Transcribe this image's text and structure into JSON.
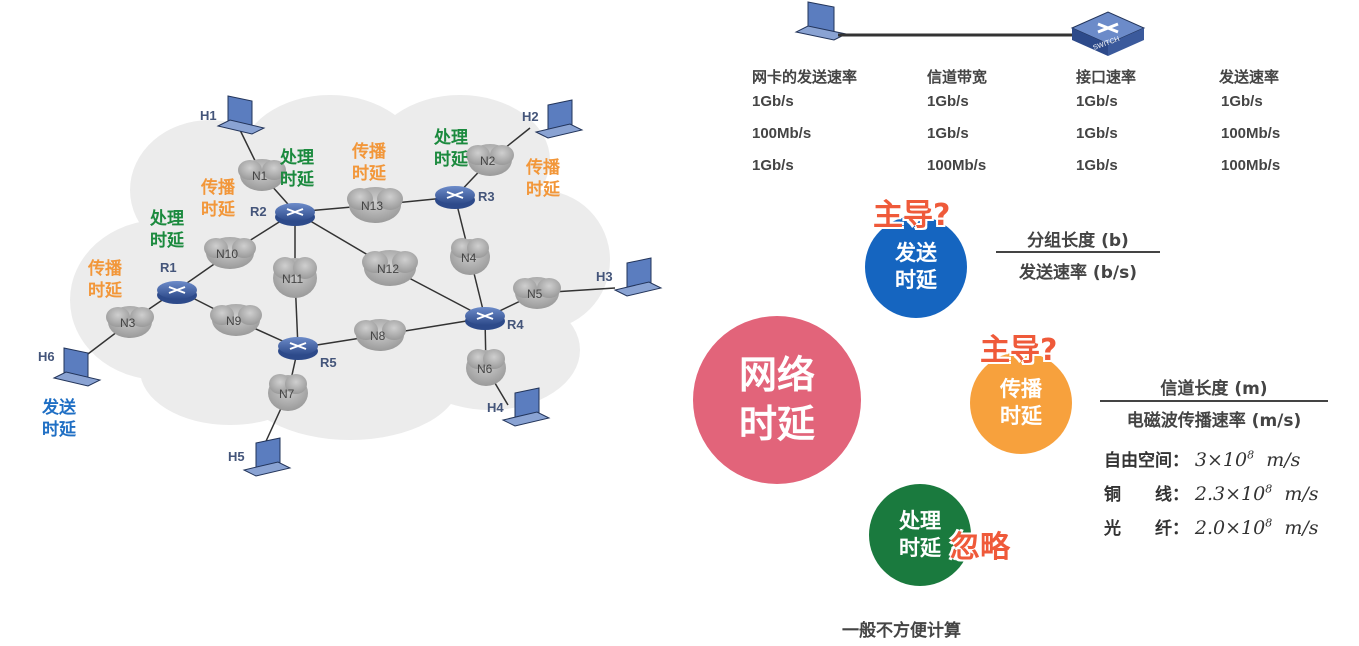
{
  "network": {
    "nodes": [
      "N1",
      "N2",
      "N3",
      "N4",
      "N5",
      "N6",
      "N7",
      "N8",
      "N9",
      "N10",
      "N11",
      "N12",
      "N13"
    ],
    "routers": [
      "R1",
      "R2",
      "R3",
      "R4",
      "R5"
    ],
    "hosts": [
      "H1",
      "H2",
      "H3",
      "H4",
      "H5",
      "H6"
    ],
    "labels": {
      "prop_r1": "传播\n时延",
      "proc_r1": "处理\n时延",
      "prop_r2": "传播\n时延",
      "proc_r2": "处理\n时延",
      "prop_mid": "传播\n时延",
      "proc_r3": "处理\n时延",
      "prop_r3": "传播\n时延",
      "send_h6": "发送\n时延"
    }
  },
  "rate_table": {
    "headers": [
      "网卡的发送速率",
      "信道带宽",
      "接口速率",
      "发送速率"
    ],
    "rows": [
      [
        "1Gb/s",
        "1Gb/s",
        "1Gb/s",
        "1Gb/s"
      ],
      [
        "100Mb/s",
        "1Gb/s",
        "1Gb/s",
        "100Mb/s"
      ],
      [
        "1Gb/s",
        "100Mb/s",
        "1Gb/s",
        "100Mb/s"
      ]
    ]
  },
  "delay": {
    "main": {
      "line1": "网络",
      "line2": "时延",
      "color": "#e2647a"
    },
    "send": {
      "line1": "发送",
      "line2": "时延",
      "color": "#1565c0",
      "hint": "主导?",
      "numerator": "分组长度 (b)",
      "denominator": "发送速率 (b/s)"
    },
    "prop": {
      "line1": "传播",
      "line2": "时延",
      "color": "#f7a13d",
      "hint": "主导?",
      "numerator": "信道长度 (m)",
      "denominator": "电磁波传播速率 (m/s)"
    },
    "proc": {
      "line1": "处理",
      "line2": "时延",
      "color": "#1a7a3e",
      "hint": "忽略",
      "note": "一般不方便计算"
    },
    "speeds": [
      {
        "label": "自由空间：",
        "value": "3×10",
        "exp": "8",
        "unit": "m/s"
      },
      {
        "label": "铜　　线：",
        "value": "2.3×10",
        "exp": "8",
        "unit": "m/s"
      },
      {
        "label": "光　　纤：",
        "value": "2.0×10",
        "exp": "8",
        "unit": "m/s"
      }
    ]
  },
  "switch_label": "SWITCH"
}
